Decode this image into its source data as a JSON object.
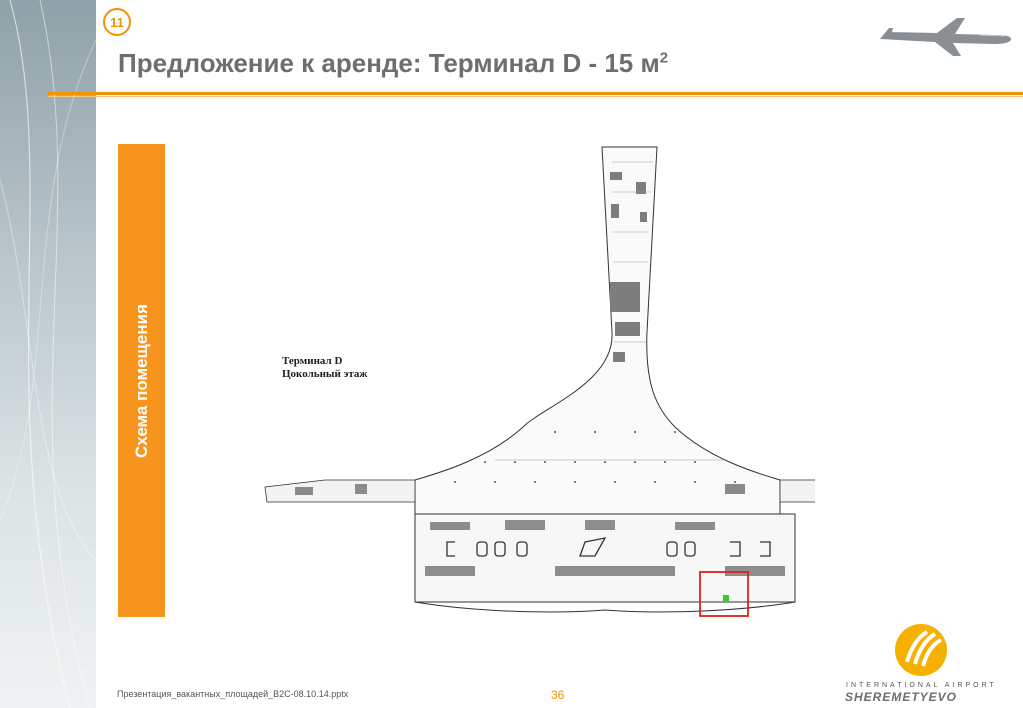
{
  "slide": {
    "number": "11",
    "title": "Предложение к аренде: Терминал D - 15 м",
    "title_superscript": "2",
    "side_label": "Схема помещения",
    "plan_caption_line1": "Терминал D",
    "plan_caption_line2": "Цокольный этаж",
    "footer_filename": "Презентация_вакантных_площадей_B2C-08.10.14.pptx",
    "footer_page": "36"
  },
  "logo": {
    "subtitle": "INTERNATIONAL AIRPORT",
    "name": "SHEREMETYEVO"
  },
  "colors": {
    "accent": "#f39200",
    "title_gray": "#6d6e71",
    "highlight_red": "#e0201c",
    "highlight_green": "#33cc33"
  },
  "icons": [
    "airplane-icon",
    "sheremetyevo-logo-icon"
  ]
}
